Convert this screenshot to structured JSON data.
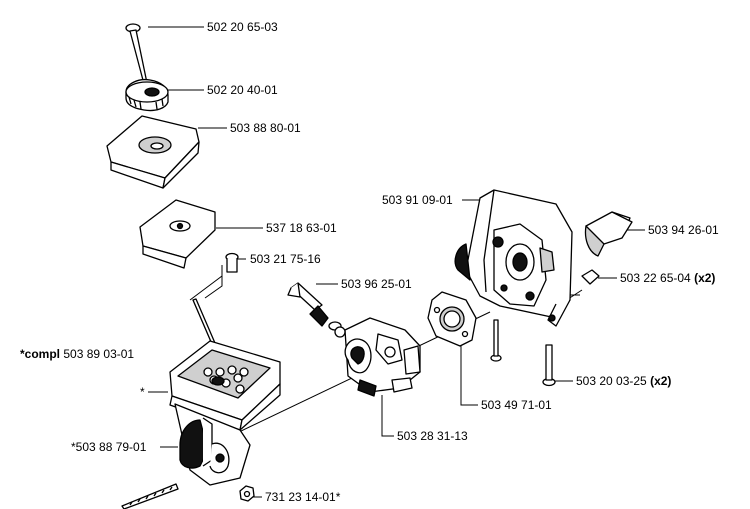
{
  "parts": [
    {
      "id": "p1",
      "number": "502 20 65-03",
      "qualifier": "",
      "note": ""
    },
    {
      "id": "p2",
      "number": "502 20 40-01",
      "qualifier": "",
      "note": ""
    },
    {
      "id": "p3",
      "number": "503 88 80-01",
      "qualifier": "",
      "note": ""
    },
    {
      "id": "p4",
      "number": "537 18 63-01",
      "qualifier": "",
      "note": ""
    },
    {
      "id": "p5",
      "number": "503 21 75-16",
      "qualifier": "",
      "note": ""
    },
    {
      "id": "p6",
      "number": "503 96 25-01",
      "qualifier": "",
      "note": ""
    },
    {
      "id": "p7",
      "number": "503 91 09-01",
      "qualifier": "",
      "note": ""
    },
    {
      "id": "p8",
      "number": "503 94 26-01",
      "qualifier": "",
      "note": ""
    },
    {
      "id": "p9",
      "number": "503 22 65-04",
      "qualifier": "(x2)",
      "note": ""
    },
    {
      "id": "p10",
      "number": "503 20 03-25",
      "qualifier": "(x2)",
      "note": ""
    },
    {
      "id": "p11",
      "number": "503 49 71-01",
      "qualifier": "",
      "note": ""
    },
    {
      "id": "p12",
      "number": "503 28 31-13",
      "qualifier": "",
      "note": ""
    },
    {
      "id": "p13",
      "number": "731 23 14-01*",
      "qualifier": "",
      "note": ""
    },
    {
      "id": "p14",
      "number": "*503 88 79-01",
      "qualifier": "",
      "note": ""
    },
    {
      "id": "p15",
      "number": "503 89 03-01",
      "qualifier": "",
      "note": "*compl"
    },
    {
      "id": "p16",
      "number": "*",
      "qualifier": "",
      "note": ""
    }
  ]
}
